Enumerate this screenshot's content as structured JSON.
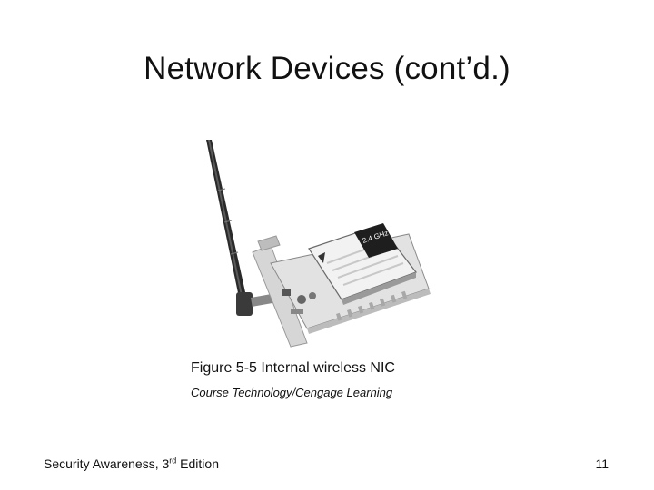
{
  "slide": {
    "title": "Network Devices (cont’d.)",
    "figure": {
      "caption": "Figure 5-5 Internal wireless NIC",
      "credit": "Course Technology/Cengage Learning",
      "chip_label": "2.4 GHz",
      "illustration": "wireless-nic-image"
    },
    "footer": {
      "prefix": "Security Awareness, 3",
      "superscript": "rd",
      "suffix": " Edition"
    },
    "page_number": "11"
  }
}
